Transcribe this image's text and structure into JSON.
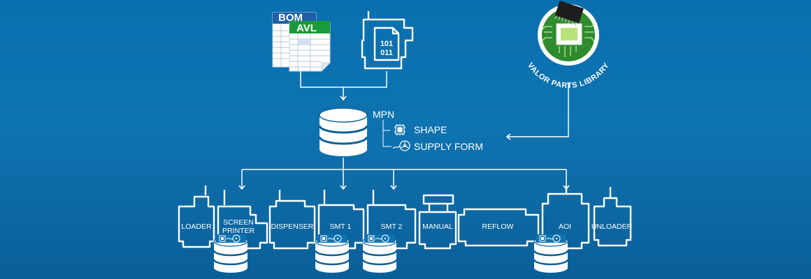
{
  "documents": {
    "bom_label": "BOM",
    "avl_label": "AVL",
    "binary_line1": "101",
    "binary_line2": "011"
  },
  "library": {
    "ring_text": "VALOR PARTS LIBRARY"
  },
  "database": {
    "mpn_label": "MPN",
    "shape_label": "SHAPE",
    "supply_form_label": "SUPPLY FORM"
  },
  "machines": {
    "loader": "LOADER",
    "screen_printer_line1": "SCREEN",
    "screen_printer_line2": "PRINTER",
    "dispenser": "DISPENSER",
    "smt1": "SMT 1",
    "smt2": "SMT 2",
    "manual": "MANUAL",
    "reflow": "REFLOW",
    "aoi": "AOI",
    "unloader": "UNLOADER"
  },
  "colors": {
    "background_top": "#0a6fae",
    "background_bottom": "#0a5f98",
    "line": "#ffffff",
    "bom_tab": "#1f5fa8",
    "avl_tab": "#1a9a3a",
    "library_green": "#2e8b2e"
  }
}
